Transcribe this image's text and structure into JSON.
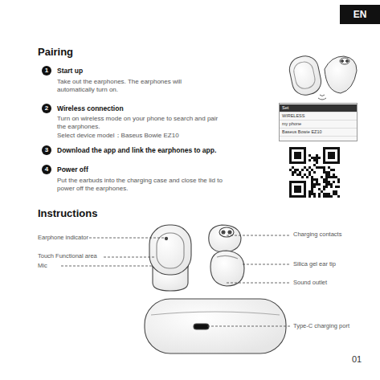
{
  "diagram": {
    "nodes": [
      {
        "text": [
          "EN"
        ]
      },
      {
        "text": [
          "1"
        ]
      },
      {
        "text": [
          "2"
        ]
      },
      {
        "text": [
          "3"
        ]
      },
      {
        "text": [
          "4"
        ]
      },
      {
        "text": [
          "Set",
          "WIRELESS",
          "my phone",
          "Baseus Bowie EZ10"
        ]
      }
    ],
    "labels": [
      "Pairing",
      "Start up",
      "Take out the earphones. The earphones will automatically turn on.",
      "Wireless connection",
      "Turn on wireless mode on your phone to search and pair the earphones.",
      "Select device model：Baseus Bowie EZ10",
      "Download the app and link the earphones to app.",
      "Power off",
      "Put the earbuds into the charging case and close the lid to power off the earphones.",
      "Instructions",
      "Earphone indicator",
      "Touch Functional area",
      "Mic",
      "Charging contacts",
      "Silica gel ear tip",
      "Sound outlet",
      "Type-C charging port",
      "01"
    ]
  }
}
